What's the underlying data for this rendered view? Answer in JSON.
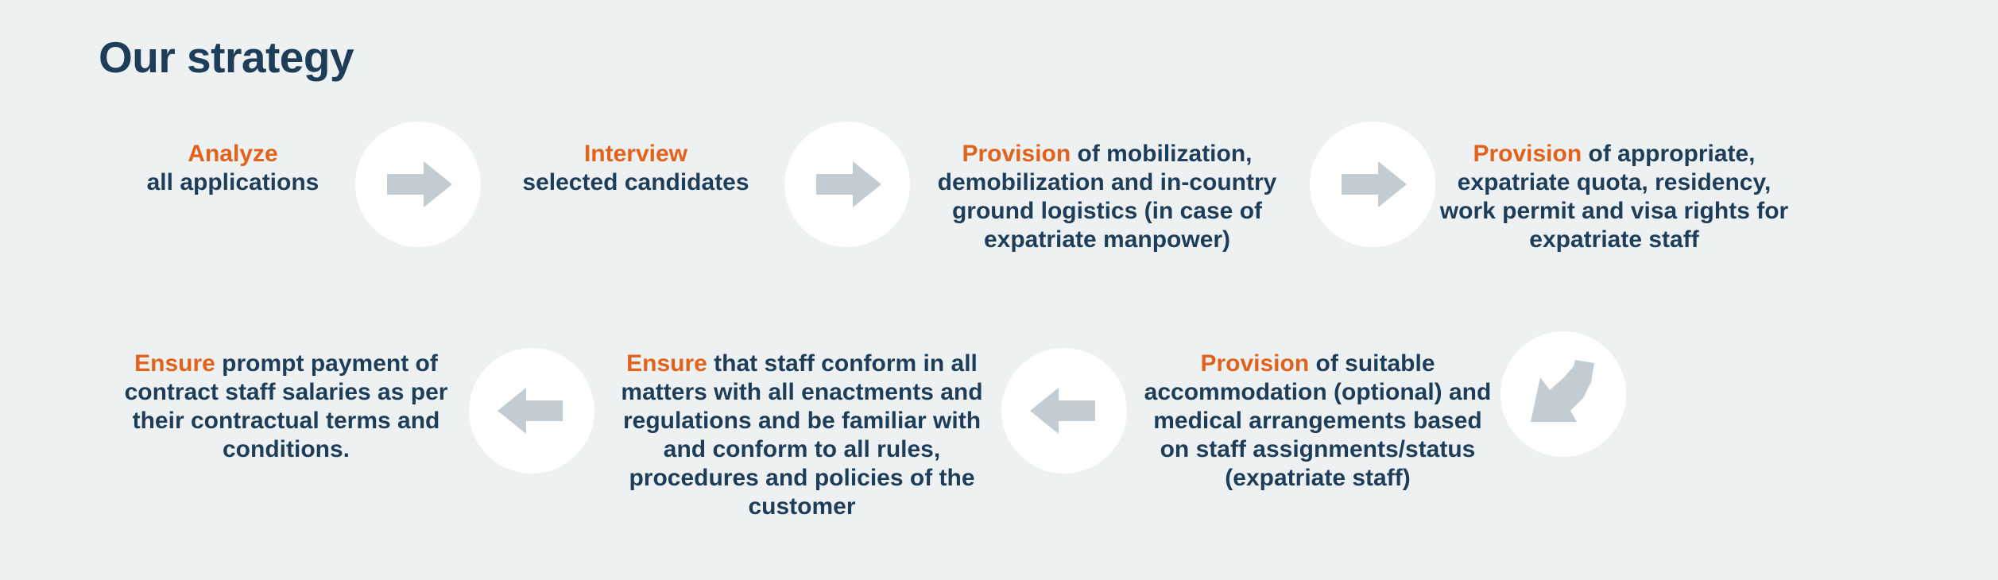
{
  "title": "Our strategy",
  "colors": {
    "background": "#eef1f2",
    "title": "#1d3d59",
    "text": "#1d3d59",
    "keyword": "#e2611b",
    "arrow": "#c3ccd2",
    "circle": "#ffffff"
  },
  "steps": [
    {
      "keyword": "Analyze",
      "lead": "",
      "text": "all applications"
    },
    {
      "keyword": "Interview",
      "lead": "",
      "text": "selected candidates"
    },
    {
      "keyword": "Provision",
      "lead": " of mobilization,",
      "text": "demobilization and in-country ground logistics (in case of expatriate manpower)"
    },
    {
      "keyword": "Provision",
      "lead": " of appropriate,",
      "text": "expatriate quota, residency, work permit and visa rights for expatriate staff"
    },
    {
      "keyword": "Provision",
      "lead": " of suitable",
      "text": "accommodation (optional) and medical arrangements based on staff assignments/status (expatriate staff)"
    },
    {
      "keyword": "Ensure",
      "lead": " that staff conform in all",
      "text": "matters with all enactments and regulations and be familiar with and conform to all rules, procedures and policies of the customer"
    },
    {
      "keyword": "Ensure",
      "lead": " prompt payment of",
      "text": "contract staff salaries as per their contractual terms and conditions."
    }
  ],
  "arrows": [
    {
      "icon": "arrow-right-icon"
    },
    {
      "icon": "arrow-right-icon"
    },
    {
      "icon": "arrow-right-icon"
    },
    {
      "icon": "arrow-down-left-icon"
    },
    {
      "icon": "arrow-left-icon"
    },
    {
      "icon": "arrow-left-icon"
    }
  ]
}
